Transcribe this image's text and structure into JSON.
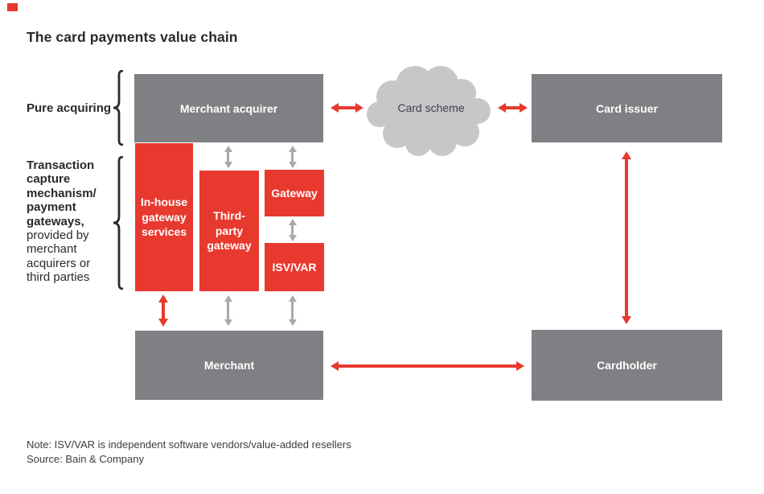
{
  "title": "The card payments value chain",
  "colors": {
    "red": "#e8392e",
    "box_gray": "#7e8083",
    "cloud_gray": "#c6c7c9",
    "arrow_gray": "#a7a9ac",
    "text_dark": "#2b2a28"
  },
  "side_labels": {
    "pure_acquiring": "Pure acquiring",
    "transaction_bold": "Transaction\ncapture\nmechanism/\npayment\ngateways,",
    "transaction_regular": "provided by\nmerchant\nacquirers or\nthird parties"
  },
  "nodes": {
    "merchant_acquirer": "Merchant acquirer",
    "card_scheme": "Card scheme",
    "card_issuer": "Card issuer",
    "in_house_gateway": "In-house\ngateway\nservices",
    "third_party_gateway": "Third-\nparty\ngateway",
    "gateway": "Gateway",
    "isv_var": "ISV/VAR",
    "merchant": "Merchant",
    "cardholder": "Cardholder"
  },
  "footer": {
    "note": "Note: ISV/VAR is independent software vendors/value-added resellers",
    "source": "Source: Bain & Company"
  }
}
